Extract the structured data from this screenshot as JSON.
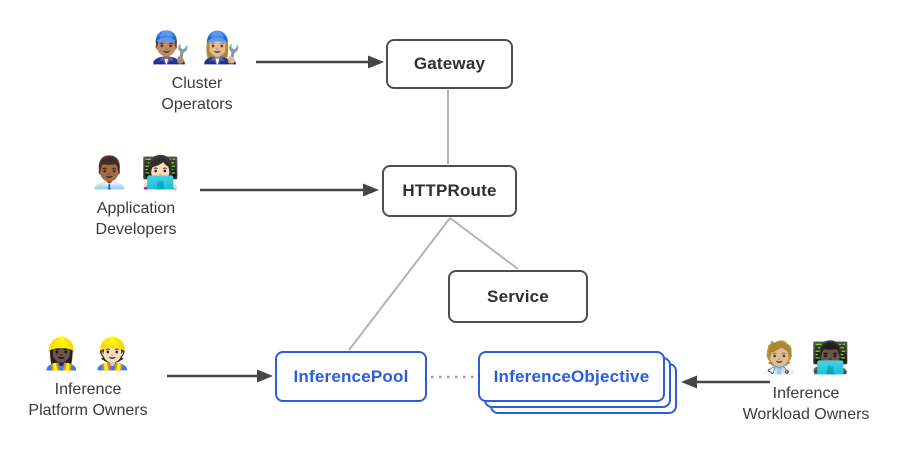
{
  "diagram": {
    "colors": {
      "background": "#ffffff",
      "node_border": "#4f4f4f",
      "node_text": "#2f2f2f",
      "accent_blue": "#2b5ce2",
      "arrow": "#464646",
      "connector": "#b3b3b3",
      "dotted": "#9a9a9a",
      "label_text": "#3b3b3b"
    },
    "nodes": [
      {
        "id": "gateway",
        "label": "Gateway",
        "style": "dark"
      },
      {
        "id": "httproute",
        "label": "HTTPRoute",
        "style": "dark"
      },
      {
        "id": "service",
        "label": "Service",
        "style": "dark"
      },
      {
        "id": "inferencepool",
        "label": "InferencePool",
        "style": "blue"
      },
      {
        "id": "inferenceobjective",
        "label": "InferenceObjective",
        "style": "blue-stacked"
      }
    ],
    "personas": [
      {
        "id": "cluster-operators",
        "emojis": "👨🏽‍🔧 👩🏼‍🔧",
        "lines": [
          "Cluster",
          "Operators"
        ]
      },
      {
        "id": "application-developers",
        "emojis": "👨🏾‍💼 👩🏻‍💻",
        "lines": [
          "Application",
          "Developers"
        ]
      },
      {
        "id": "inference-platform-owners",
        "emojis": "👷🏿‍♀️ 👷🏻",
        "lines": [
          "Inference",
          "Platform Owners"
        ]
      },
      {
        "id": "inference-workload-owners",
        "emojis": "🧑🏼‍⚕️ 👨🏿‍💻",
        "lines": [
          "Inference",
          "Workload Owners"
        ]
      }
    ],
    "edges": [
      {
        "from": "cluster-operators",
        "to": "gateway",
        "type": "arrow"
      },
      {
        "from": "application-developers",
        "to": "httproute",
        "type": "arrow"
      },
      {
        "from": "inference-platform-owners",
        "to": "inferencepool",
        "type": "arrow"
      },
      {
        "from": "inference-workload-owners",
        "to": "inferenceobjective",
        "type": "arrow"
      },
      {
        "from": "gateway",
        "to": "httproute",
        "type": "line"
      },
      {
        "from": "httproute",
        "to": "service",
        "type": "line"
      },
      {
        "from": "httproute",
        "to": "inferencepool",
        "type": "line"
      },
      {
        "from": "inferencepool",
        "to": "inferenceobjective",
        "type": "dotted-line"
      }
    ]
  }
}
